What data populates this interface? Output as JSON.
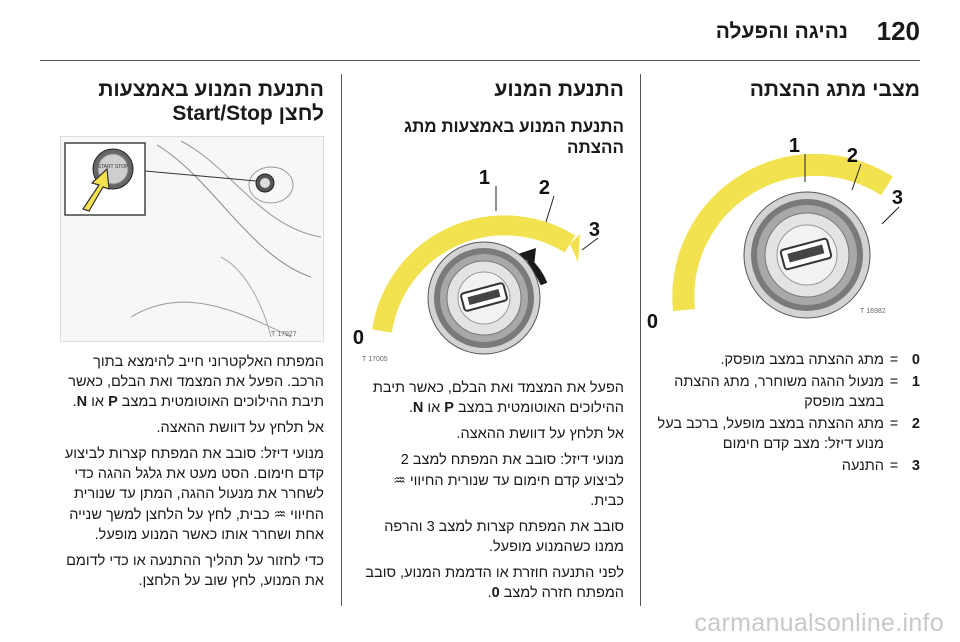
{
  "header": {
    "page_number": "120",
    "chapter_title": "נהיגה והפעלה"
  },
  "right_col": {
    "title": "מצבי מתג ההצתה",
    "figure": {
      "id": "16982 T",
      "callouts": [
        "0",
        "1",
        "2",
        "3"
      ]
    },
    "positions": [
      {
        "key": "0",
        "eq": "=",
        "text": "מתג ההצתה במצב מופסק."
      },
      {
        "key": "1",
        "eq": "=",
        "text": "מנעול ההגה משוחרר, מתג ההצתה במצב מופסק"
      },
      {
        "key": "2",
        "eq": "=",
        "text": "מתג ההצתה במצב מופעל, ברכב בעל מנוע דיזל: מצב קדם חימום"
      },
      {
        "key": "3",
        "eq": "=",
        "text": "התנעה"
      }
    ]
  },
  "middle_col": {
    "title": "התנעת המנוע",
    "subtitle": "התנעת המנוע באמצעות מתג ההצתה",
    "figure": {
      "id": "17005 T",
      "callouts": [
        "0",
        "1",
        "2",
        "3"
      ]
    },
    "para1_a": "הפעל את המצמד ואת הבלם, כאשר תיבת ההילוכים האוטומטית במצב ",
    "key_P": "P",
    "or": " או ",
    "key_N": "N",
    "period": ".",
    "para2": "אל תלחץ על דוושת ההאצה.",
    "para3_a": "מנועי דיזל: סובב את המפתח למצב 2 לביצוע קדם חימום עד שנורית החיווי ",
    "glow_icon": "♒",
    "para3_b": " כבית.",
    "para4": "סובב את המפתח קצרות למצב 3 והרפה ממנו כשהמנוע מופעל.",
    "para5_a": "לפני התנעה חוזרת או הדממת המנוע, סובב המפתח חזרה למצב ",
    "key_0": "0",
    "para5_b": "."
  },
  "left_col": {
    "title": "התנעת המנוע באמצעות לחצן Start/Stop",
    "figure": {
      "id": "17927 T",
      "button_text": "START STOP"
    },
    "para1_a": "המפתח האלקטרוני חייב להימצא בתוך הרכב. הפעל את המצמד ואת הבלם, כאשר תיבת ההילוכים האוטומטית במצב ",
    "key_P": "P",
    "or": " או ",
    "key_N": "N",
    "period": ".",
    "para2": "אל תלחץ על דוושת ההאצה.",
    "para3_a": "מנועי דיזל: סובב את המפתח קצרות לביצוע קדם חימום. הסט מעט את גלגל ההגה כדי לשחרר את מנעול ההגה, המתן עד שנורית החיווי ",
    "glow_icon": "♒",
    "para3_b": " כבית, לחץ על הלחצן למשך שנייה אחת ושחרר אותו כאשר המנוע מופעל.",
    "para4": "כדי לחזור על תהליך ההתנעה או כדי לדומם את המנוע, לחץ שוב על הלחצן."
  },
  "watermark": "carmanualsonline.info"
}
